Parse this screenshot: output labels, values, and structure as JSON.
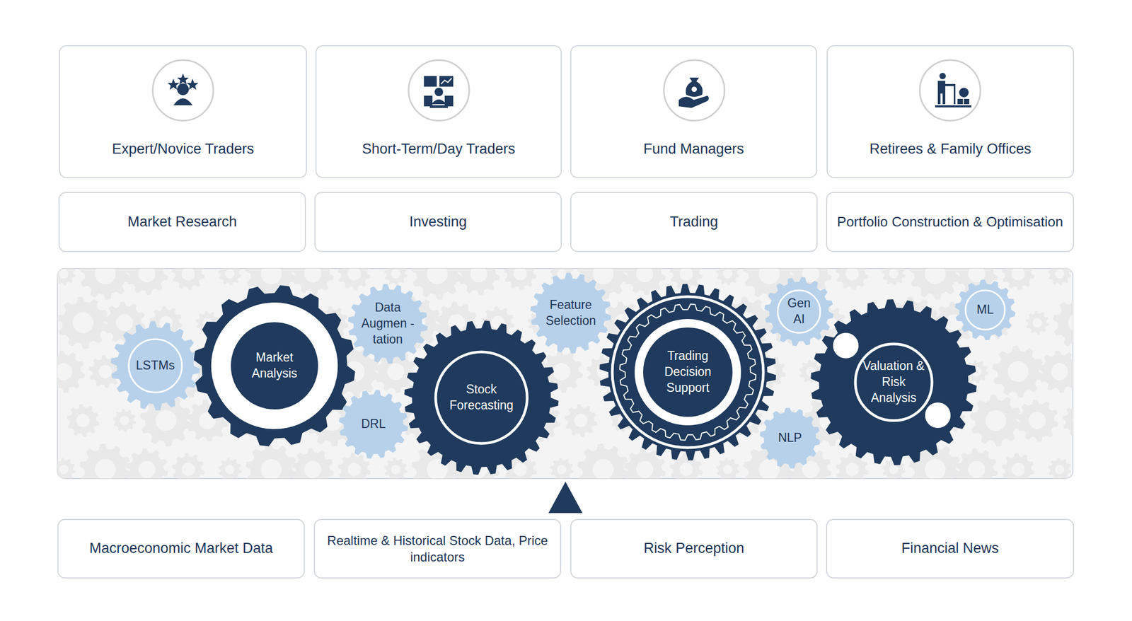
{
  "diagram": {
    "nodes": [
      {
        "text": [
          "Expert/Novice Traders"
        ]
      },
      {
        "text": [
          "Short-Term/Day Traders"
        ]
      },
      {
        "text": [
          "Fund Managers"
        ]
      },
      {
        "text": [
          "Retirees & Family Offices"
        ]
      },
      {
        "text": [
          "Market Research"
        ]
      },
      {
        "text": [
          "Investing"
        ]
      },
      {
        "text": [
          "Trading"
        ]
      },
      {
        "text": [
          "Portfolio Construction & Optimisation"
        ]
      },
      {
        "text": [
          "LSTMs"
        ]
      },
      {
        "text": [
          "Market Analysis"
        ]
      },
      {
        "text": [
          "Data Augmen -tation"
        ]
      },
      {
        "text": [
          "DRL"
        ]
      },
      {
        "text": [
          "Stock Forecasting"
        ]
      },
      {
        "text": [
          "Feature Selection"
        ]
      },
      {
        "text": [
          "Trading Decision Support"
        ]
      },
      {
        "text": [
          "Gen AI"
        ]
      },
      {
        "text": [
          "NLP"
        ]
      },
      {
        "text": [
          "ML"
        ]
      },
      {
        "text": [
          "Valuation & Risk Analysis"
        ]
      },
      {
        "text": [
          "Macroeconomic Market Data"
        ]
      },
      {
        "text": [
          "Realtime & Historical Stock Data, Price indicators"
        ]
      },
      {
        "text": [
          "Risk Perception"
        ]
      },
      {
        "text": [
          "Financial News"
        ]
      }
    ]
  }
}
